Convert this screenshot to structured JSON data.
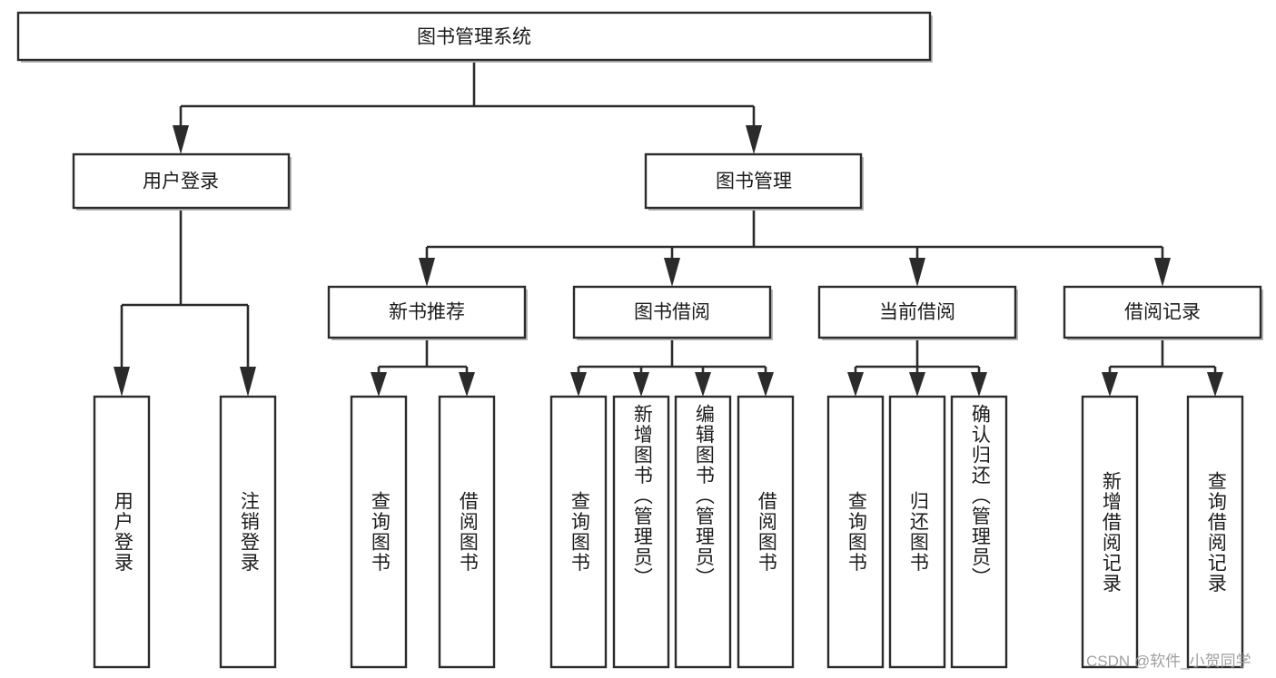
{
  "diagram": {
    "title_node": {
      "label": "图书管理系统"
    },
    "level1": [
      {
        "label": "用户登录"
      },
      {
        "label": "图书管理"
      }
    ],
    "level2": [
      {
        "label": "新书推荐"
      },
      {
        "label": "图书借阅"
      },
      {
        "label": "当前借阅"
      },
      {
        "label": "借阅记录"
      }
    ],
    "leaves": [
      {
        "label": "用户登录",
        "parent": "用户登录"
      },
      {
        "label": "注销登录",
        "parent": "用户登录"
      },
      {
        "label": "查询图书",
        "parent": "新书推荐"
      },
      {
        "label": "借阅图书",
        "parent": "新书推荐"
      },
      {
        "label": "查询图书",
        "parent": "图书借阅"
      },
      {
        "label": "新增图书（管理员）",
        "parent": "图书借阅"
      },
      {
        "label": "编辑图书（管理员）",
        "parent": "图书借阅"
      },
      {
        "label": "借阅图书",
        "parent": "图书借阅"
      },
      {
        "label": "查询图书",
        "parent": "当前借阅"
      },
      {
        "label": "归还图书",
        "parent": "当前借阅"
      },
      {
        "label": "确认归还（管理员）",
        "parent": "当前借阅"
      },
      {
        "label": "新增借阅记录",
        "parent": "借阅记录"
      },
      {
        "label": "查询借阅记录",
        "parent": "借阅记录"
      }
    ],
    "watermark": {
      "text": "CSDN @软件_小贺同学"
    },
    "colors": {
      "stroke": "#2b2b2b",
      "box_fill": "#ffffff",
      "background": "#ffffff",
      "watermark": "#9a9a9a"
    }
  }
}
